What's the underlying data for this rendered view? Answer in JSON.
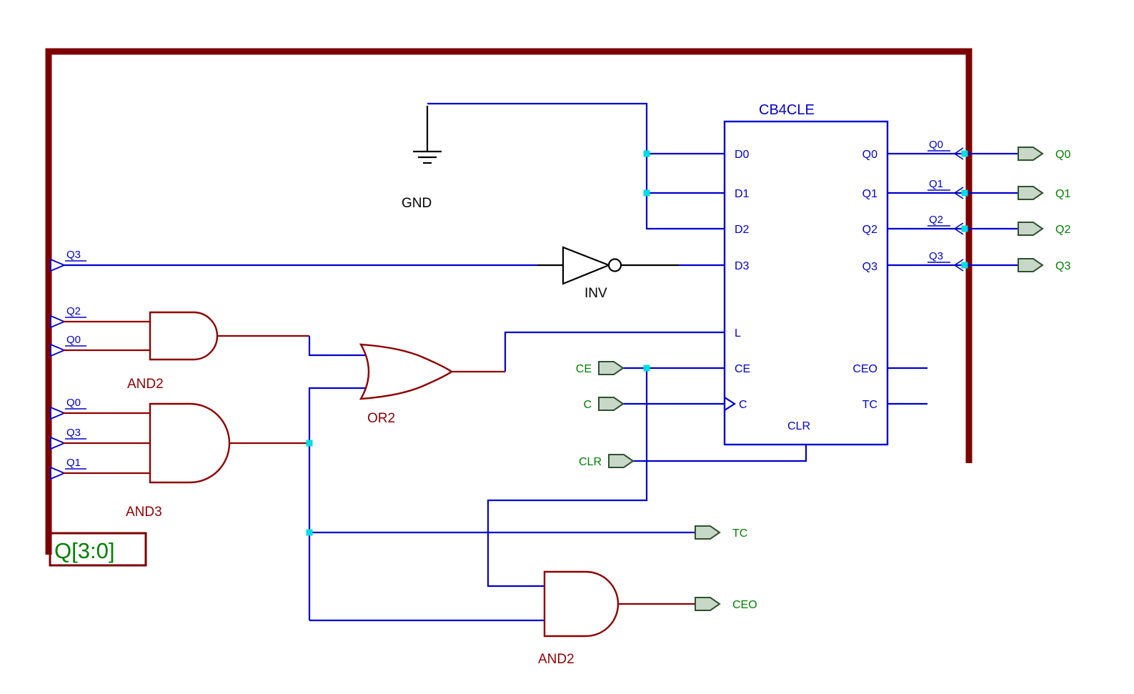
{
  "schematic": {
    "component": {
      "name": "CB4CLE",
      "left_pins": [
        "D0",
        "D1",
        "D2",
        "D3",
        "L",
        "CE",
        "C"
      ],
      "bottom_pin": "CLR",
      "right_pins": [
        "Q0",
        "Q1",
        "Q2",
        "Q3",
        "CEO",
        "TC"
      ]
    },
    "gates": {
      "inverter": "INV",
      "and2_top": "AND2",
      "and3": "AND3",
      "or2": "OR2",
      "and2_bottom": "AND2"
    },
    "power": {
      "ground": "GND"
    },
    "bus": {
      "label": "Q[3:0]"
    },
    "net_labels": {
      "left": [
        "Q3",
        "Q2",
        "Q0",
        "Q0",
        "Q3",
        "Q1"
      ],
      "right": [
        "Q0",
        "Q1",
        "Q2",
        "Q3"
      ]
    },
    "terminals": {
      "inputs": [
        "CE",
        "C",
        "CLR"
      ],
      "outputs": [
        "Q0",
        "Q1",
        "Q2",
        "Q3",
        "TC",
        "CEO"
      ]
    },
    "colors": {
      "bus": "#7d0000",
      "wire": "#0000cd",
      "gate": "#8f0000",
      "component": "#0000cd",
      "terminal_fill": "#c8d8c8",
      "terminal_border": "#2e512e",
      "net_label": "#0000cd",
      "io_label": "#008000",
      "junction": "#00dde4",
      "symbol_black": "#000000"
    }
  }
}
